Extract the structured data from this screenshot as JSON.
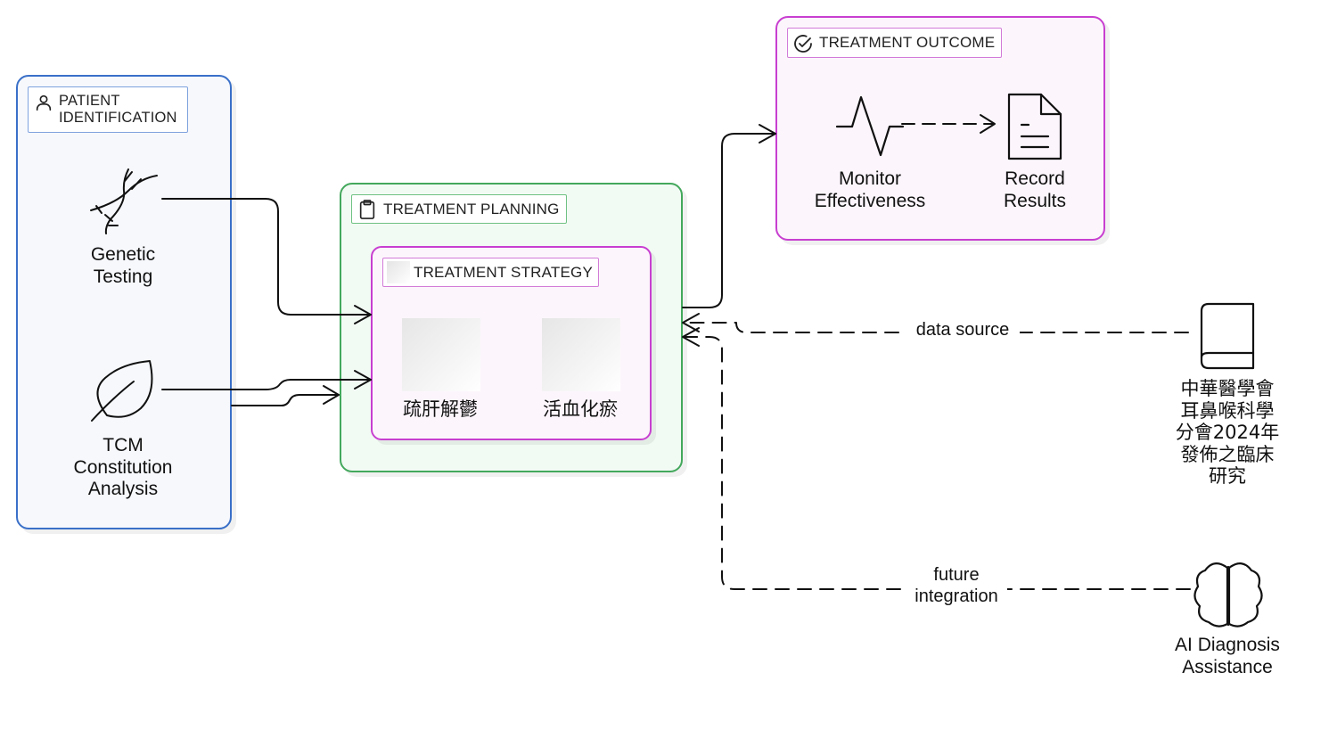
{
  "groups": {
    "patient": {
      "title": "PATIENT\nIDENTIFICATION"
    },
    "planning": {
      "title": "TREATMENT PLANNING"
    },
    "strategy": {
      "title": "TREATMENT STRATEGY"
    },
    "outcome": {
      "title": "TREATMENT OUTCOME"
    }
  },
  "nodes": {
    "genetic_testing": {
      "label": "Genetic\nTesting",
      "icon": "dna-icon"
    },
    "tcm_analysis": {
      "label": "TCM\nConstitution\nAnalysis",
      "icon": "leaf-icon"
    },
    "liver_soothing": {
      "label": "疏肝解鬱"
    },
    "blood_activating": {
      "label": "活血化瘀"
    },
    "monitor": {
      "label": "Monitor\nEffectiveness",
      "icon": "activity-icon"
    },
    "record": {
      "label": "Record\nResults",
      "icon": "file-text-icon"
    },
    "source_study": {
      "label": "中華醫學會\n耳鼻喉科學\n分會2024年\n發佈之臨床\n研究",
      "icon": "book-icon"
    },
    "ai_assist": {
      "label": "AI Diagnosis\nAssistance",
      "icon": "brain-icon"
    }
  },
  "edges": {
    "data_source": {
      "label": "data source"
    },
    "future_integration": {
      "label": "future\nintegration"
    }
  },
  "colors": {
    "patient_border": "#3a70c8",
    "planning_border": "#43a85c",
    "strategy_border": "#c83fd0",
    "outcome_border": "#c83fd0"
  }
}
